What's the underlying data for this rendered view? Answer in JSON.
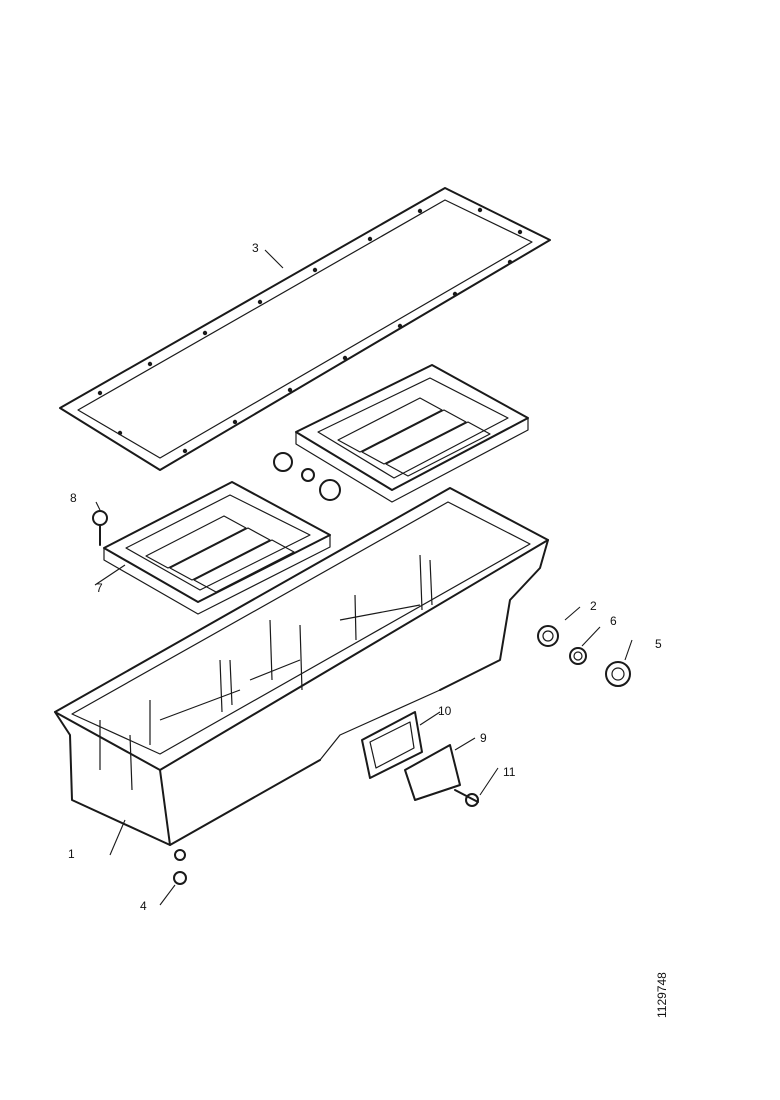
{
  "drawing_number": "1129748",
  "callouts": {
    "c1": "1",
    "c2": "2",
    "c3": "3",
    "c4": "4",
    "c5": "5",
    "c6": "6",
    "c7": "7",
    "c8": "8",
    "c9": "9",
    "c10": "10",
    "c11": "11"
  }
}
